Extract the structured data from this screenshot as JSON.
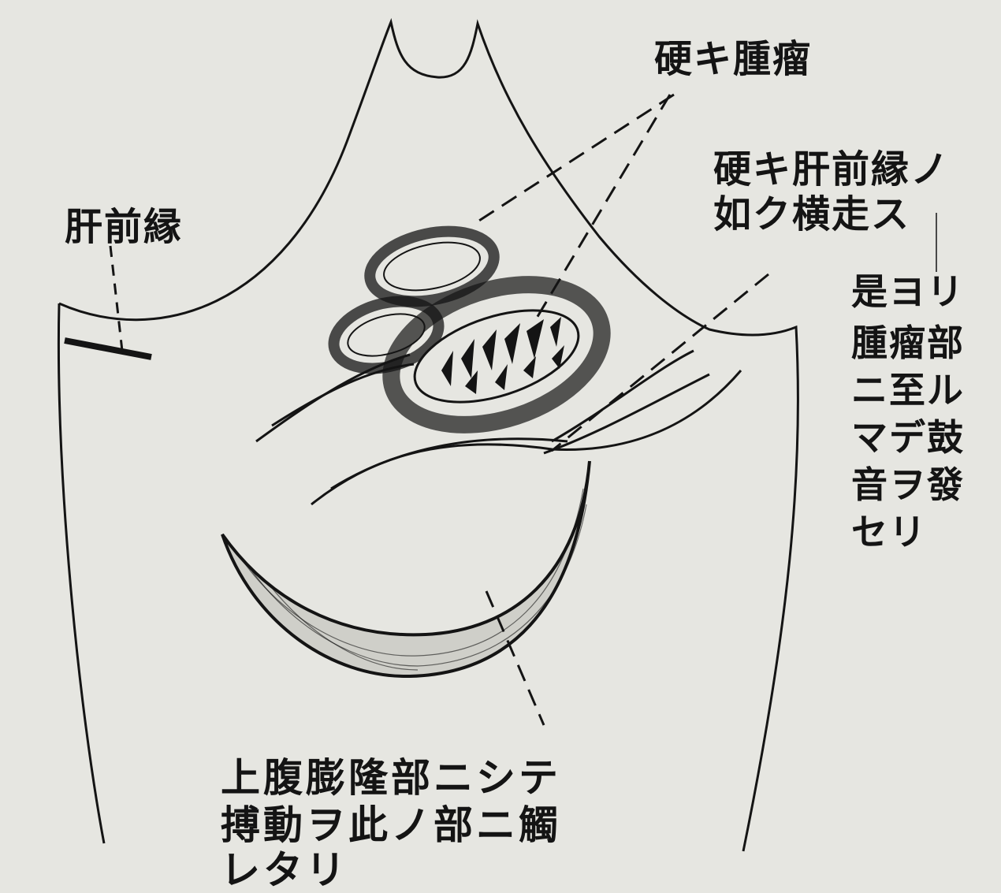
{
  "labels": {
    "tumor": "硬キ腫瘤",
    "liver_edge": "肝前縁",
    "hard_liver_edge": [
      "硬キ肝前縁ノ",
      "如ク横走ス"
    ],
    "right_note": [
      "是ヨリ",
      "腫瘤部",
      "ニ至ル",
      "マデ鼓",
      "音ヲ發",
      "セリ"
    ],
    "bottom_note": [
      "上腹膨隆部ニシテ",
      "搏動ヲ此ノ部ニ觸",
      "レタリ"
    ]
  },
  "colors": {
    "paper": "#e6e6e1",
    "ink": "#141414"
  }
}
